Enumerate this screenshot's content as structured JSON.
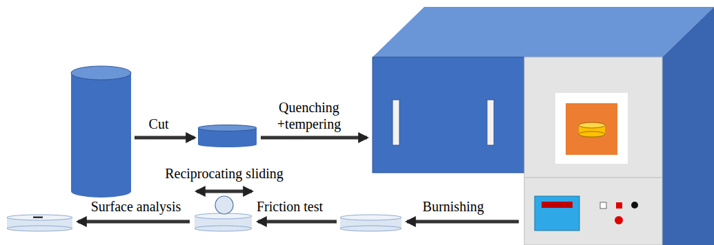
{
  "diagram": {
    "labels": [
      "Cut",
      "Quenching +tempering",
      "Reciprocating sliding",
      "Surface analysis",
      "Friction test",
      "Burnishing"
    ]
  }
}
